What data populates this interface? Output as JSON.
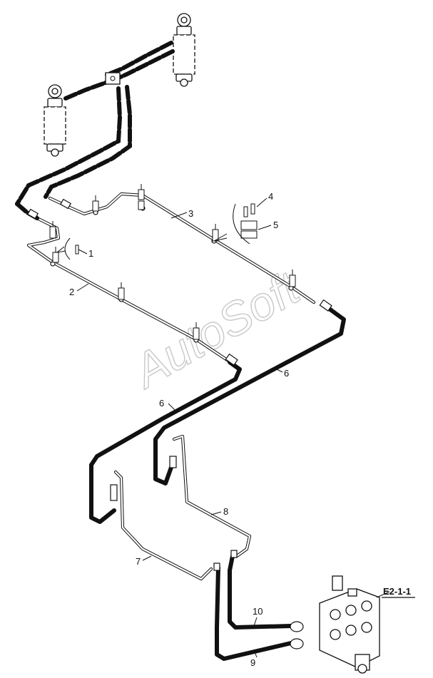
{
  "watermark": "AutoSoft",
  "reference": "E2-1-1",
  "callouts": [
    "1",
    "2",
    "3",
    "4",
    "5",
    "6",
    "6",
    "7",
    "8",
    "9",
    "10"
  ]
}
